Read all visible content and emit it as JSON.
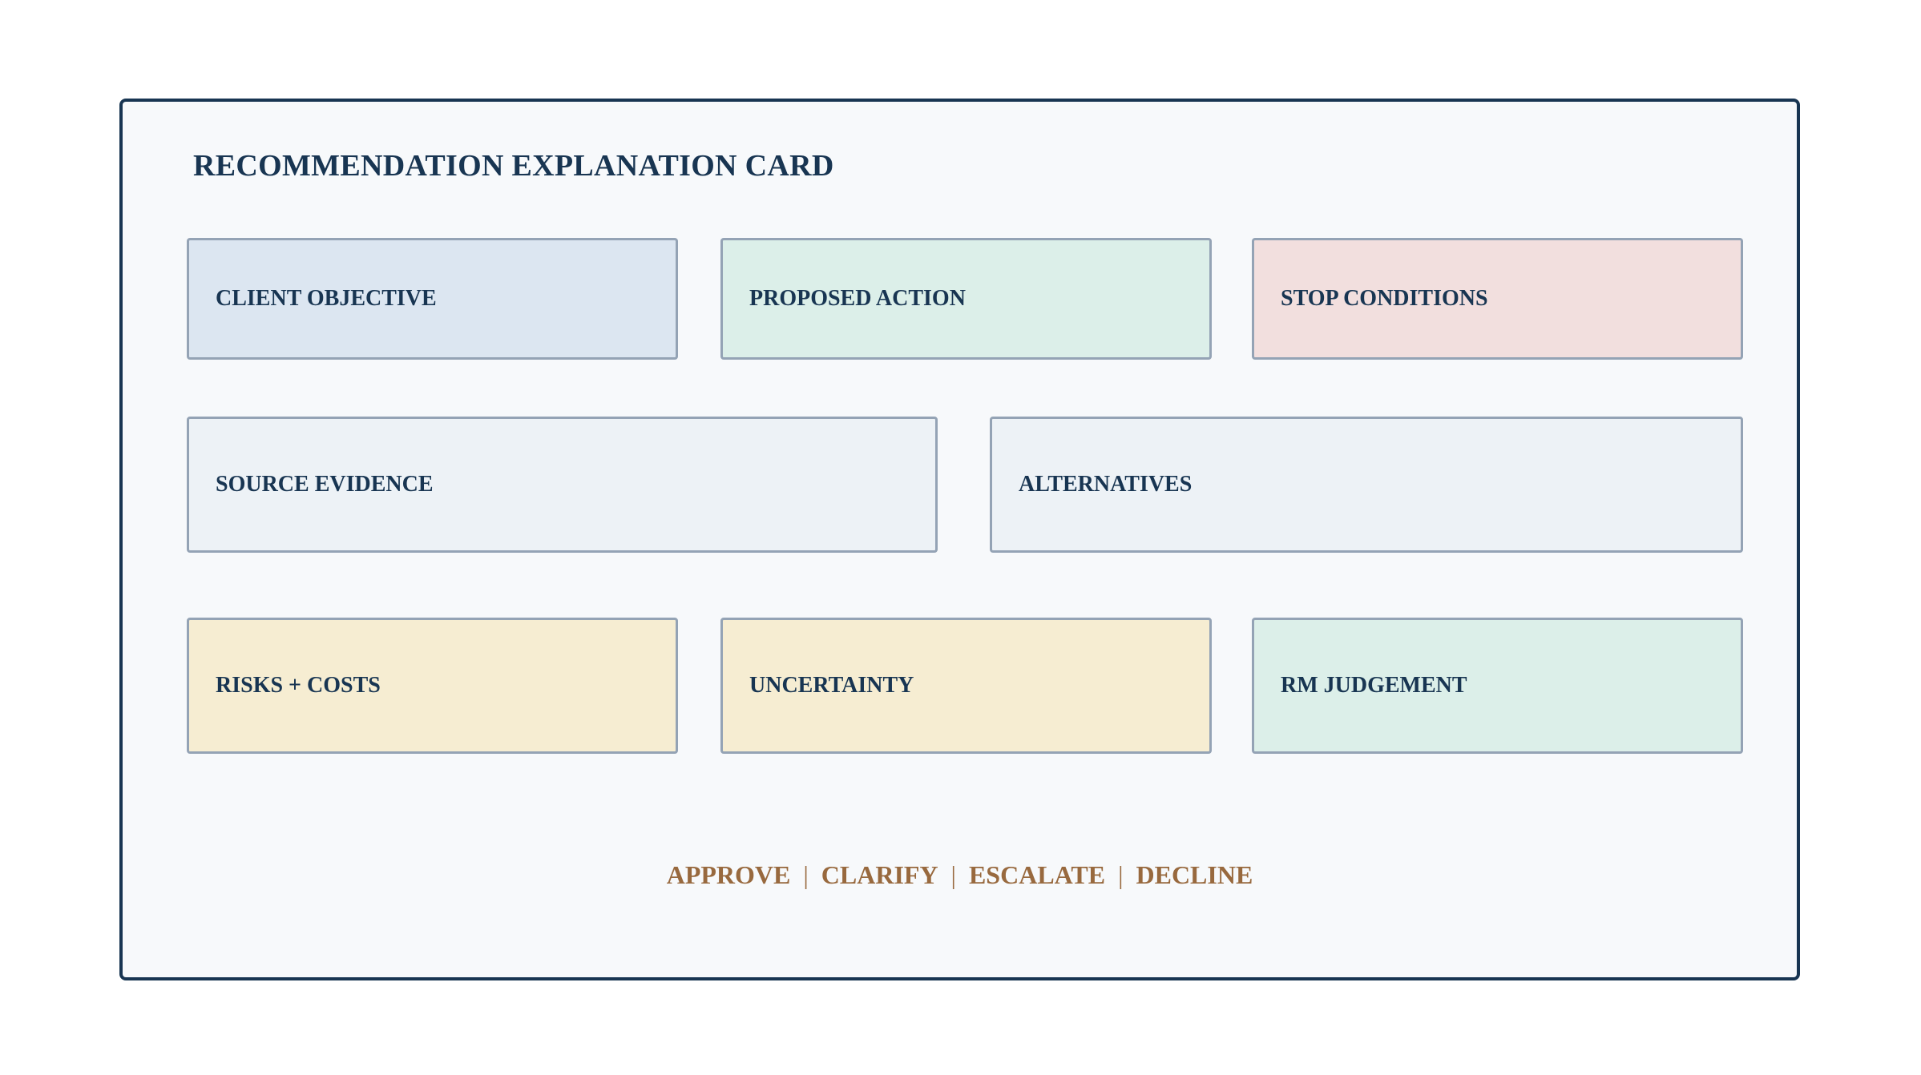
{
  "card": {
    "title": "RECOMMENDATION EXPLANATION CARD"
  },
  "sections": {
    "client_objective": "CLIENT OBJECTIVE",
    "proposed_action": "PROPOSED ACTION",
    "stop_conditions": "STOP CONDITIONS",
    "source_evidence": "SOURCE EVIDENCE",
    "alternatives": "ALTERNATIVES",
    "risks_costs": "RISKS + COSTS",
    "uncertainty": "UNCERTAINTY",
    "rm_judgement": "RM JUDGEMENT"
  },
  "decisions": {
    "approve": "APPROVE",
    "clarify": "CLARIFY",
    "escalate": "ESCALATE",
    "decline": "DECLINE",
    "separator": "|"
  },
  "colors": {
    "frame": "#183552",
    "accent": "#98693e",
    "objective_fill": "#dce6f1",
    "action_fill": "#dcefe9",
    "stop_fill": "#f2dfde",
    "evidence_fill": "#edf2f6",
    "risk_fill": "#f6edd2"
  }
}
